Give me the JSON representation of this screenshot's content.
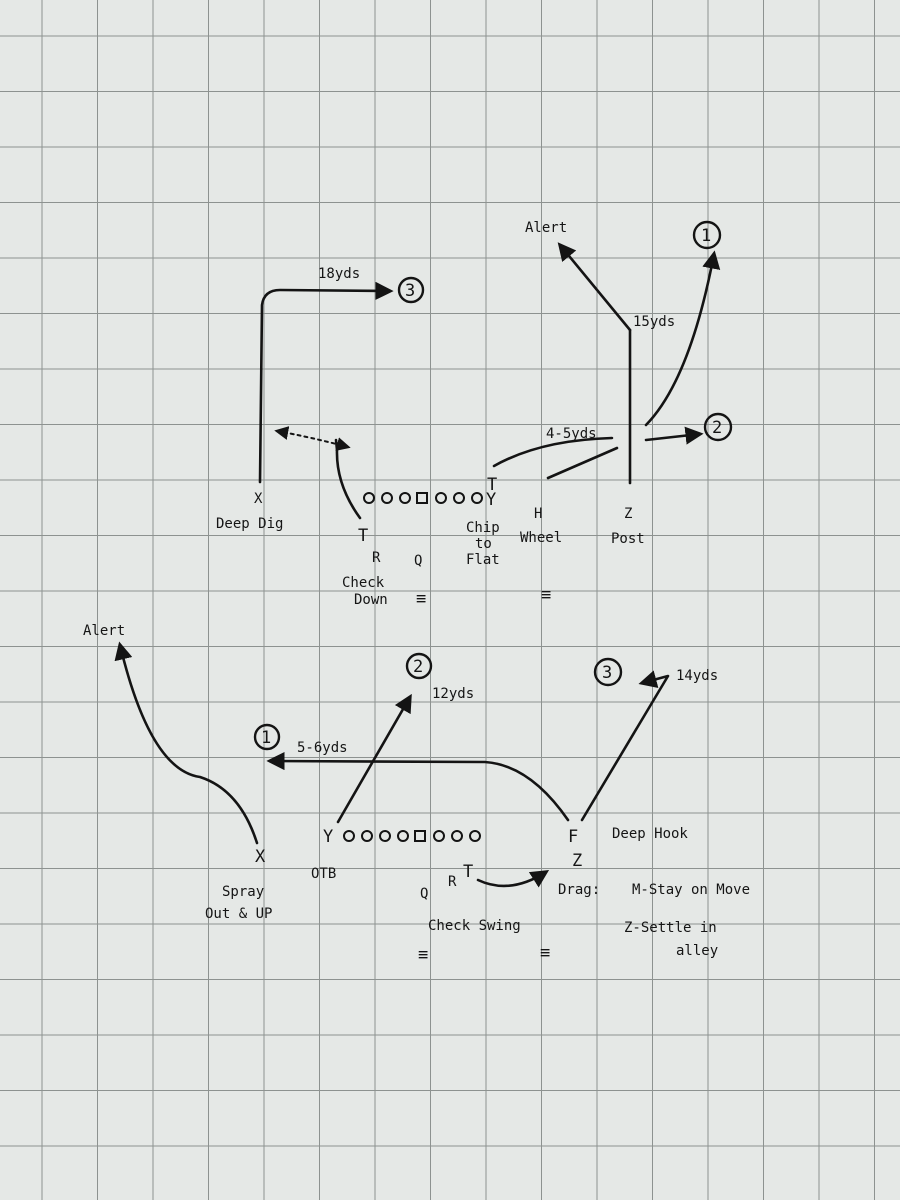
{
  "play_1": {
    "players": {
      "x": "X",
      "r": "R",
      "q": "Q",
      "y": "Y",
      "h": "H",
      "z": "Z",
      "y_block": "T",
      "r_block": "T"
    },
    "labels": {
      "deep_dig": "Deep Dig",
      "check_down_1": "Check",
      "check_down_2": "Down",
      "chip_1": "Chip",
      "chip_2": "to",
      "chip_3": "Flat",
      "wheel": "Wheel",
      "post": "Post",
      "yds_18": "18yds",
      "yds_15": "15yds",
      "yds_4_5": "4-5yds",
      "alert": "Alert",
      "read_1": "1",
      "read_2": "2",
      "read_3": "3",
      "marks_left": "≡",
      "marks_right": "≡"
    }
  },
  "play_2": {
    "players": {
      "x": "X",
      "y": "Y",
      "q": "Q",
      "r": "R",
      "f": "F",
      "z": "Z",
      "r_block": "T"
    },
    "labels": {
      "alert": "Alert",
      "yds_12": "12yds",
      "yds_14": "14yds",
      "yds_5_6": "5-6yds",
      "otb": "OTB",
      "spray_1": "Spray",
      "spray_2": "Out & UP",
      "deep_hook": "Deep Hook",
      "drag": "Drag:",
      "m_note": "M-Stay on Move",
      "z_note_1": "Z-Settle in",
      "z_note_2": "alley",
      "check_swing": "Check Swing",
      "read_1": "1",
      "read_2": "2",
      "read_3": "3",
      "marks_left": "≡",
      "marks_right": "≡"
    }
  }
}
